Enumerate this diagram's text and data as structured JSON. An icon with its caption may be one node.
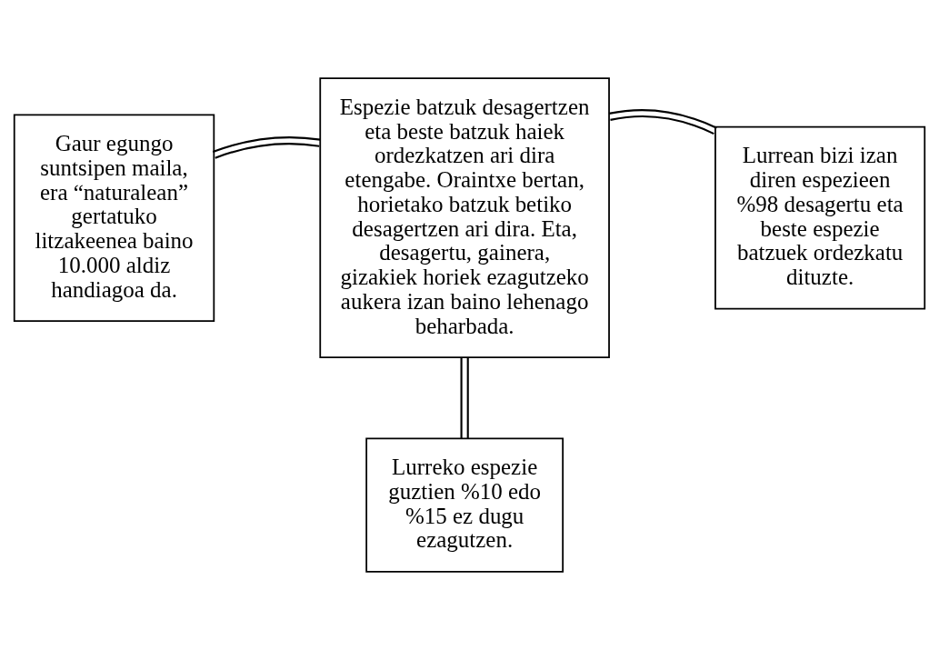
{
  "diagram": {
    "nodes": [
      {
        "text": [
          "Gaur egungo suntsipen maila, era “naturalean” gertatuko litzakeenea baino 10.000 aldiz handiagoa da."
        ]
      },
      {
        "text": [
          "Espezie batzuk desagertzen eta beste batzuk haiek ordezkatzen ari dira etengabe. Oraintxe bertan, horietako batzuk betiko desagertzen ari dira. Eta, desagertu, gainera, gizakiek horiek ezagutzeko aukera izan baino lehenago beharbada."
        ]
      },
      {
        "text": [
          "Lurrean bizi izan diren espezieen %98 desagertu eta beste espezie batzuek ordezkatu dituzte."
        ]
      },
      {
        "text": [
          "Lurreko espezie guztien %10 edo %15 ez dugu ezagutzen."
        ]
      }
    ],
    "edges": [
      {
        "from": 1,
        "to": 0,
        "arrow": "none"
      },
      {
        "from": 1,
        "to": 2,
        "arrow": "none"
      },
      {
        "from": 1,
        "to": 3,
        "arrow": "none"
      }
    ]
  }
}
